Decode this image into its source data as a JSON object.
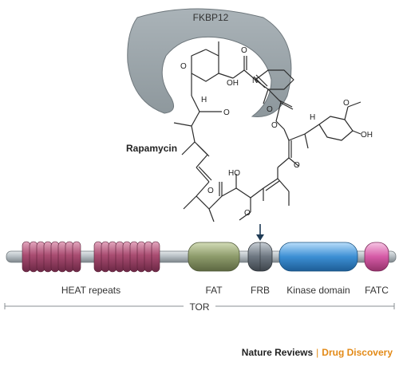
{
  "protein_label": "FKBP12",
  "drug_label": "Rapamycin",
  "domains": {
    "heat": "HEAT repeats",
    "fat": "FAT",
    "frb": "FRB",
    "kinase": "Kinase domain",
    "fatc": "FATC"
  },
  "protein_name": "TOR",
  "atoms": {
    "o": "O",
    "oh": "OH",
    "ho": "HO",
    "h": "H",
    "n": "N"
  },
  "credit": {
    "publisher": "Nature Reviews",
    "separator": "|",
    "journal": "Drug Discovery"
  },
  "colors": {
    "fkbp12": "#9fa9ae",
    "heat": "#a94c71",
    "fat": "#8c9a6a",
    "frb": "#6c7680",
    "kinase": "#3c8fd4",
    "fatc": "#d55aa6",
    "backbone": "#b7bfc4",
    "accent": "#e38a17"
  },
  "icons": [
    "binding-arrow-icon"
  ]
}
